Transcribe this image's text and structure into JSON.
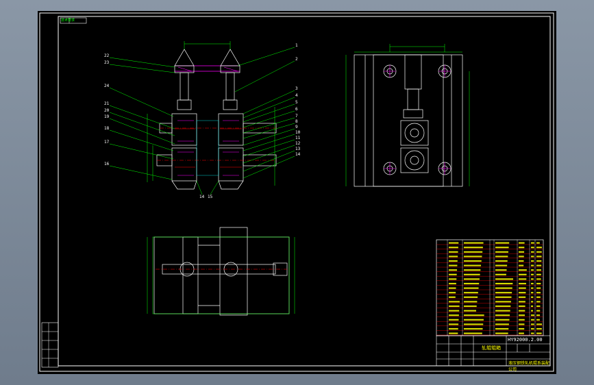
{
  "drawing": {
    "number": "HY92000.2.00",
    "title": "轧辊辊箱",
    "sheet_note": "液压钢铁轧机辊系装配",
    "company": "公司",
    "top_tag": "技术要求"
  },
  "balloons_left": [
    "22",
    "23",
    "24",
    "21",
    "20",
    "19",
    "18",
    "17",
    "16"
  ],
  "balloons_right": [
    "1",
    "2",
    "3",
    "4",
    "5",
    "6",
    "7",
    "8",
    "9",
    "10",
    "11",
    "12",
    "13",
    "14"
  ],
  "balloons_bottom": [
    "14",
    "15"
  ],
  "colors": {
    "background": "#000000",
    "viewport": "#7d8a99",
    "frame": "#ffffff",
    "geometry": "#ffffff",
    "dimension": "#00ff00",
    "leader": "#00ff00",
    "hatch": "#ff00ff",
    "table_text": "#ffff00",
    "table_line": "#ff0000",
    "center": "#00ffff"
  }
}
